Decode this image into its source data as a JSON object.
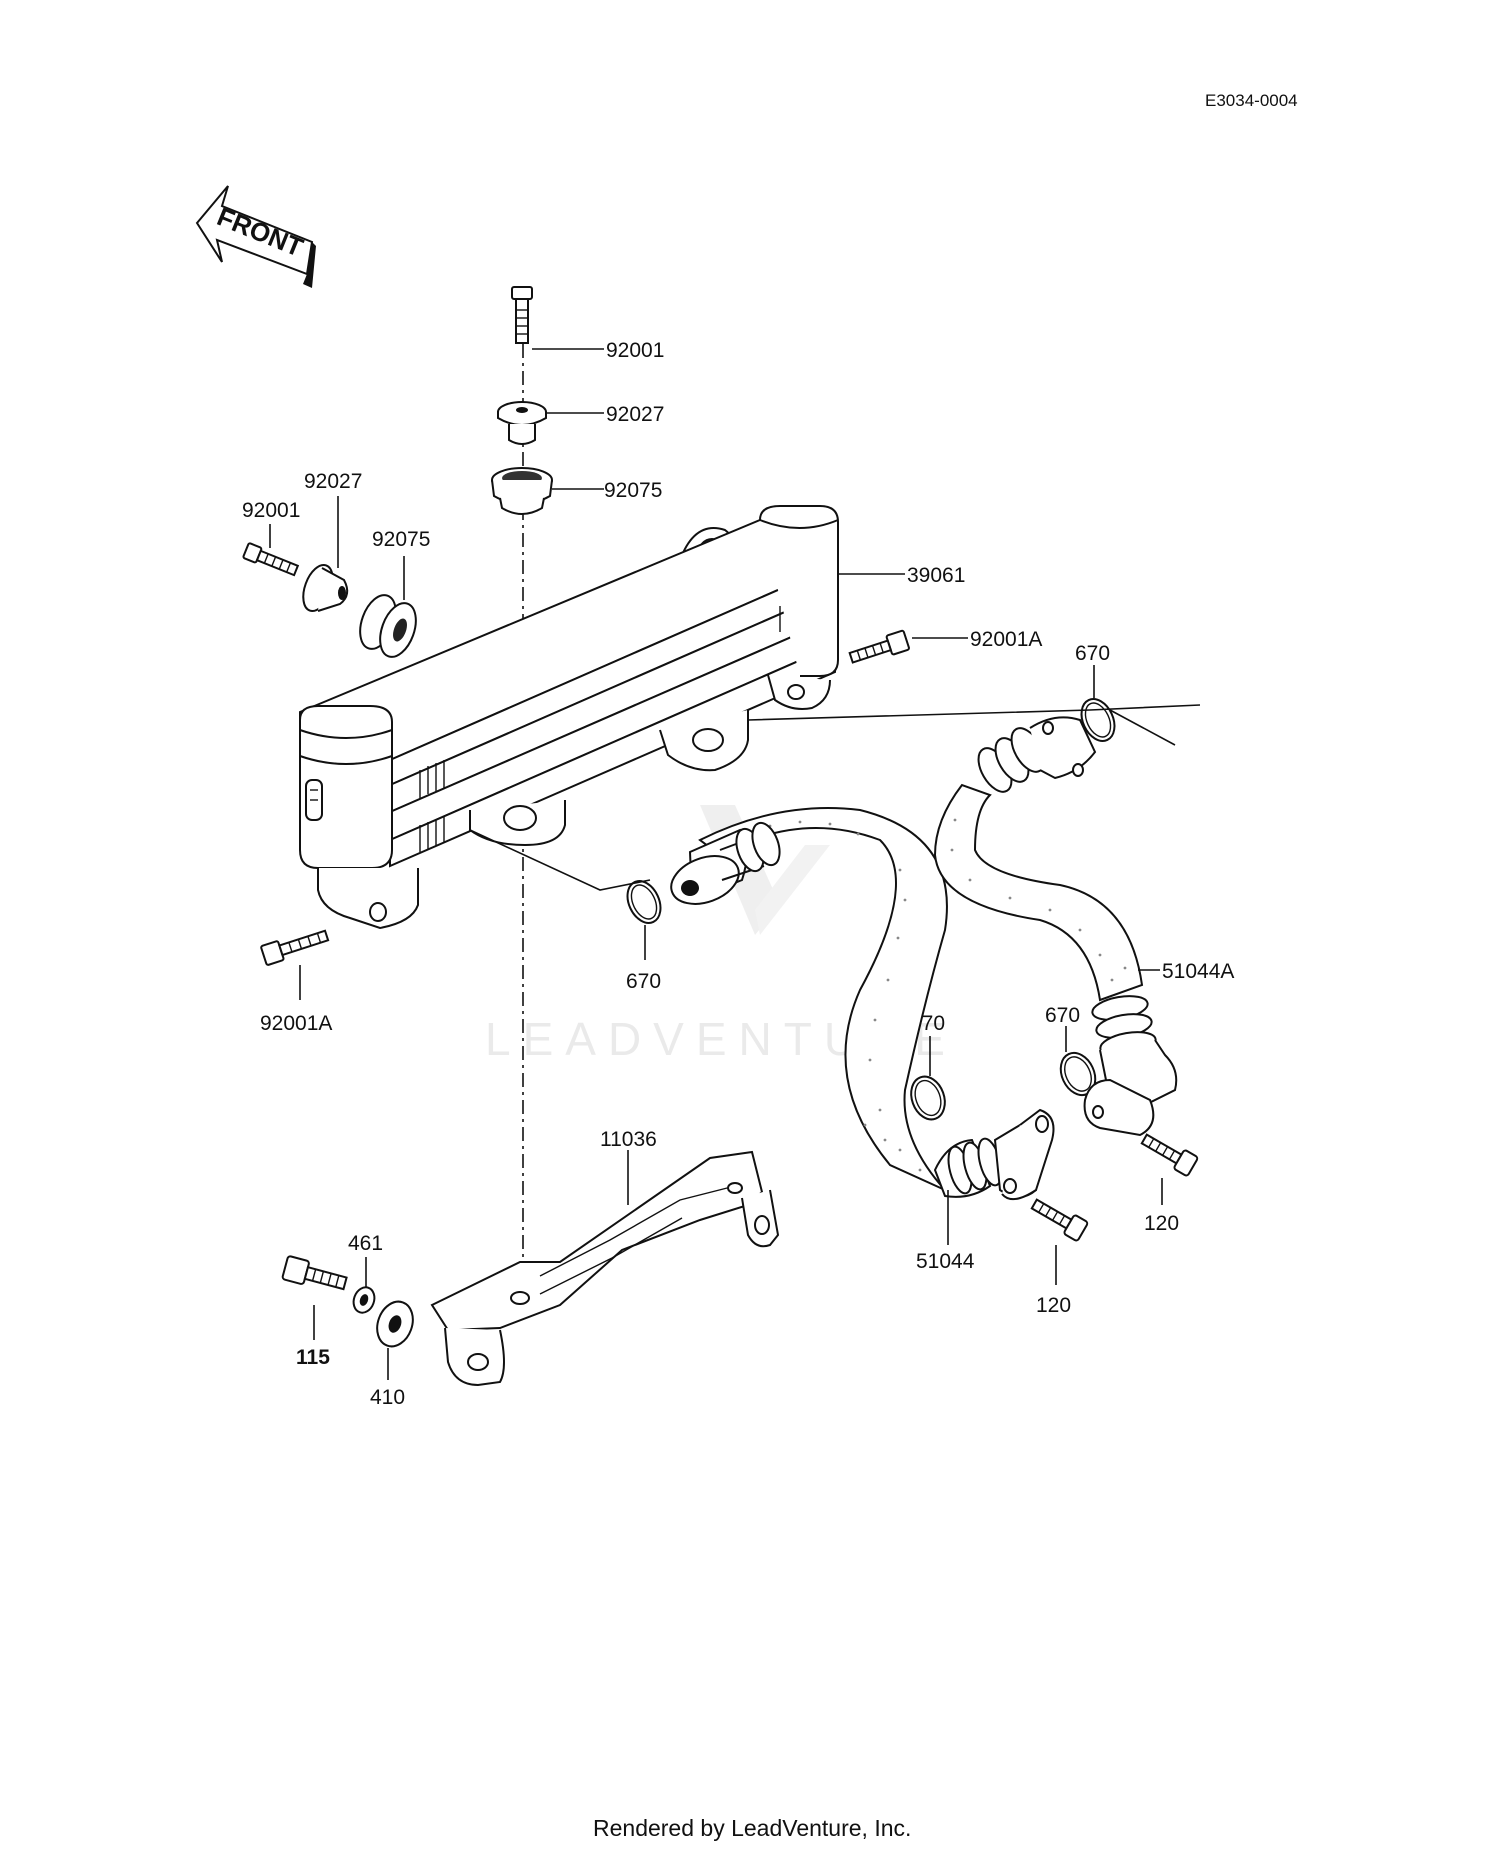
{
  "doc_id": "E3034-0004",
  "front_marker": "FRONT",
  "watermark": "LEADVENTURE",
  "footer": "Rendered by LeadVenture, Inc.",
  "labels": {
    "l92001_top": "92001",
    "l92027_top": "92027",
    "l92075_top": "92075",
    "l92027_left": "92027",
    "l92001_left": "92001",
    "l92075_left": "92075",
    "l39061": "39061",
    "l92001A_right": "92001A",
    "l670_topright": "670",
    "l670_mid": "670",
    "l92001A_left": "92001A",
    "l51044A": "51044A",
    "l670_lower_mid": "670",
    "l670_lower_right": "670",
    "l11036": "11036",
    "l461": "461",
    "l120_right": "120",
    "l51044": "51044",
    "l120_mid": "120",
    "l115": "115",
    "l410": "410"
  }
}
